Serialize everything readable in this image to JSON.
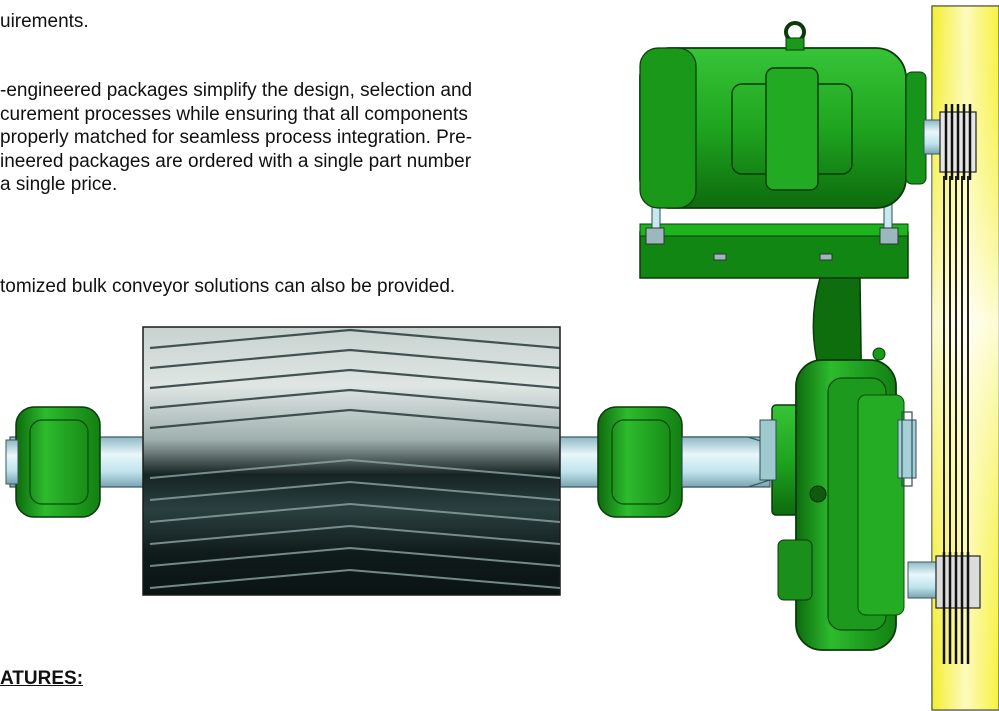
{
  "document": {
    "intro_fragment": "uirements.",
    "paragraph1_lines": [
      "-engineered packages simplify the design, selection and",
      "curement processes while ensuring that all components",
      "properly matched for seamless process integration. Pre-",
      "ineered packages are ordered with a single part number",
      " a single price."
    ],
    "paragraph2": "tomized bulk conveyor solutions can also be provided.",
    "features_heading": "ATURES:"
  },
  "illustration": {
    "components": [
      "conveyor-pulley",
      "shaft",
      "pillow-block-bearings",
      "shaft-mount-reducer",
      "electric-motor",
      "motor-mount",
      "belt-guard",
      "v-belt-sheaves"
    ],
    "colors": {
      "machine_green": "#1fa51f",
      "machine_green_dark": "#0d6b0d",
      "guard_yellow": "#f6f23e",
      "shaft_blue": "#bfe3ec",
      "lagging_dark": "#0b1414",
      "lagging_light": "#dfe6e4"
    }
  }
}
